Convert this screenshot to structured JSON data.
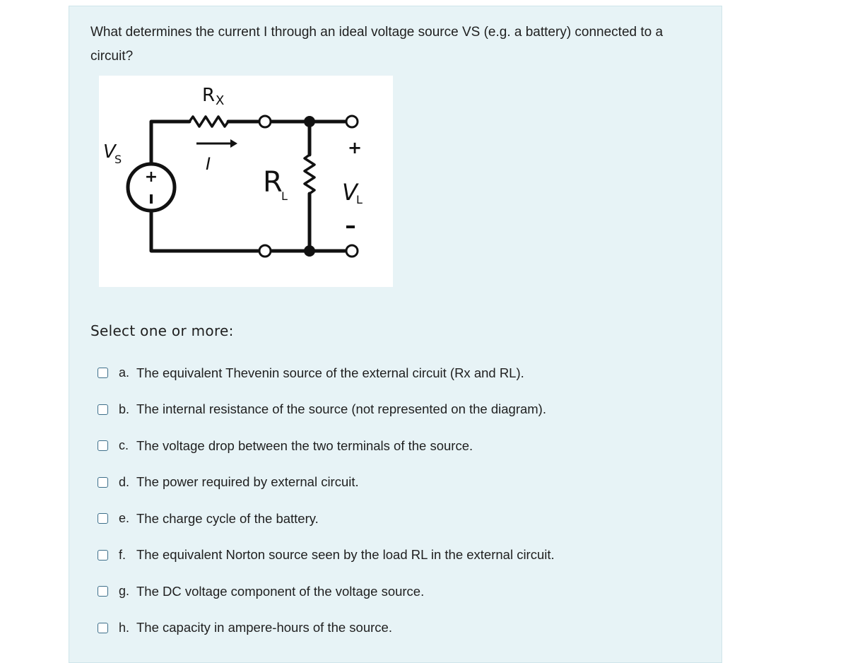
{
  "question": {
    "text": "What determines the current I through an ideal voltage source VS (e.g. a battery) connected to a circuit?"
  },
  "figure": {
    "labels": {
      "rx_main": "R",
      "rx_sub": "X",
      "vs_main": "V",
      "vs_sub": "S",
      "current": "I",
      "rl_main": "R",
      "rl_sub": "L",
      "vl_main": "V",
      "vl_sub": "L",
      "plus": "+",
      "minus": "-"
    }
  },
  "prompt": "Select one or more:",
  "options": [
    {
      "letter": "a.",
      "text": "The equivalent Thevenin source of the external circuit (Rx and RL)."
    },
    {
      "letter": "b.",
      "text": "The internal resistance of the source (not represented on the diagram)."
    },
    {
      "letter": "c.",
      "text": "The voltage drop between the two terminals of the source."
    },
    {
      "letter": "d.",
      "text": "The power required by external circuit."
    },
    {
      "letter": "e.",
      "text": "The charge cycle of the battery."
    },
    {
      "letter": "f.",
      "text": "The equivalent Norton source seen by the load RL in the external circuit."
    },
    {
      "letter": "g.",
      "text": "The DC voltage component of the voltage source."
    },
    {
      "letter": "h.",
      "text": "The capacity in ampere-hours of the source."
    }
  ]
}
